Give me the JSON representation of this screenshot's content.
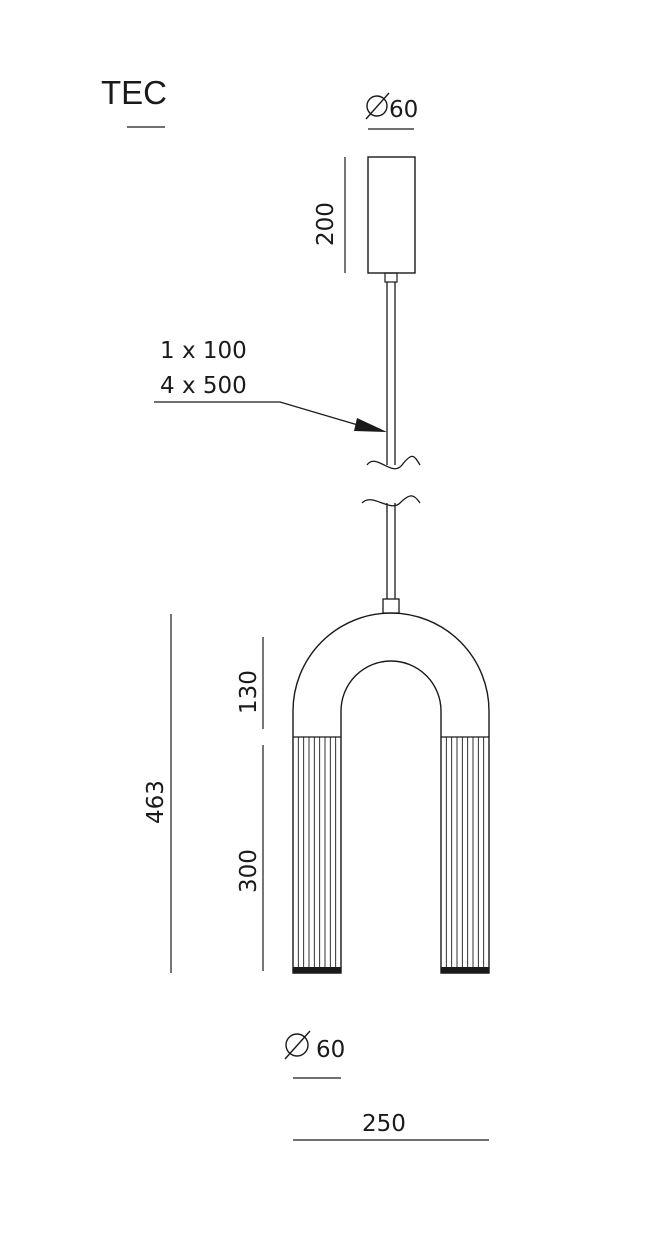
{
  "title": "TEC",
  "canopy": {
    "diameter_label": "60",
    "height_label": "200"
  },
  "cable": {
    "spec_line1": "1 x 100",
    "spec_line2": "4 x 500"
  },
  "body": {
    "total_height_label": "463",
    "arc_height_label": "130",
    "tube_height_label": "300",
    "tube_diameter_label": "60",
    "width_label": "250"
  },
  "colors": {
    "line": "#1a1a1a",
    "background": "#ffffff"
  },
  "icons": {
    "diameter_symbol": "diameter-icon",
    "cable_break": "break-icon",
    "leader_arrow": "arrow-icon"
  }
}
